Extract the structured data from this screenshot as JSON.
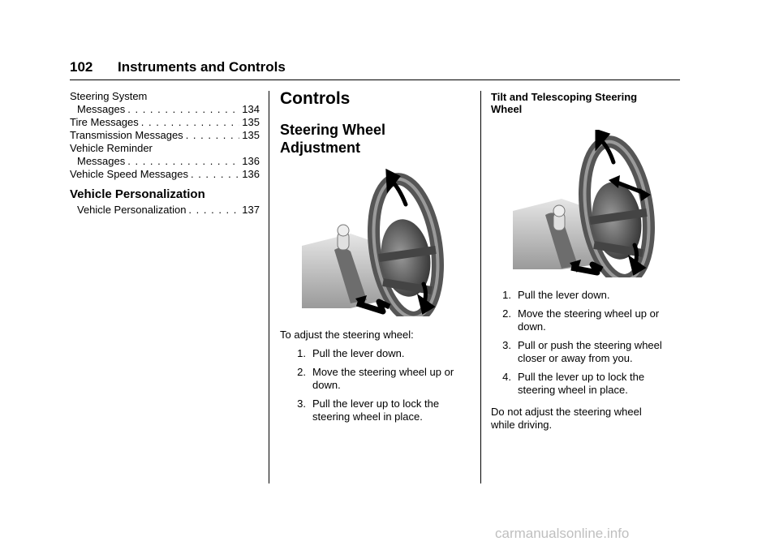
{
  "header": {
    "page_number": "102",
    "section_title": "Instruments and Controls"
  },
  "index": {
    "entries": [
      {
        "lines": [
          "Steering System",
          "Messages"
        ],
        "page": "134"
      },
      {
        "lines": [
          "Tire Messages"
        ],
        "page": "135"
      },
      {
        "lines": [
          "Transmission Messages"
        ],
        "page": "135"
      },
      {
        "lines": [
          "Vehicle Reminder",
          "Messages"
        ],
        "page": "136"
      },
      {
        "lines": [
          "Vehicle Speed Messages"
        ],
        "page": "136"
      }
    ],
    "section_heading": "Vehicle Personalization",
    "section_entries": [
      {
        "lines": [
          "Vehicle Personalization"
        ],
        "page": "137"
      }
    ]
  },
  "controls": {
    "heading": "Controls",
    "subheading_line1": "Steering Wheel",
    "subheading_line2": "Adjustment",
    "intro": "To adjust the steering wheel:",
    "steps": [
      {
        "n": "1.",
        "text": "Pull the lever down."
      },
      {
        "n": "2.",
        "text": "Move the steering wheel up or down."
      },
      {
        "n": "3.",
        "text": "Pull the lever up to lock the steering wheel in place."
      }
    ]
  },
  "tilt": {
    "heading": "Tilt and Telescoping Steering Wheel",
    "steps": [
      {
        "n": "1.",
        "text": "Pull the lever down."
      },
      {
        "n": "2.",
        "text": "Move the steering wheel up or down."
      },
      {
        "n": "3.",
        "text": "Pull or push the steering wheel closer or away from you."
      },
      {
        "n": "4.",
        "text": "Pull the lever up to lock the steering wheel in place."
      }
    ],
    "note": "Do not adjust the steering wheel while driving."
  },
  "watermark": "carmanualsonline.info"
}
